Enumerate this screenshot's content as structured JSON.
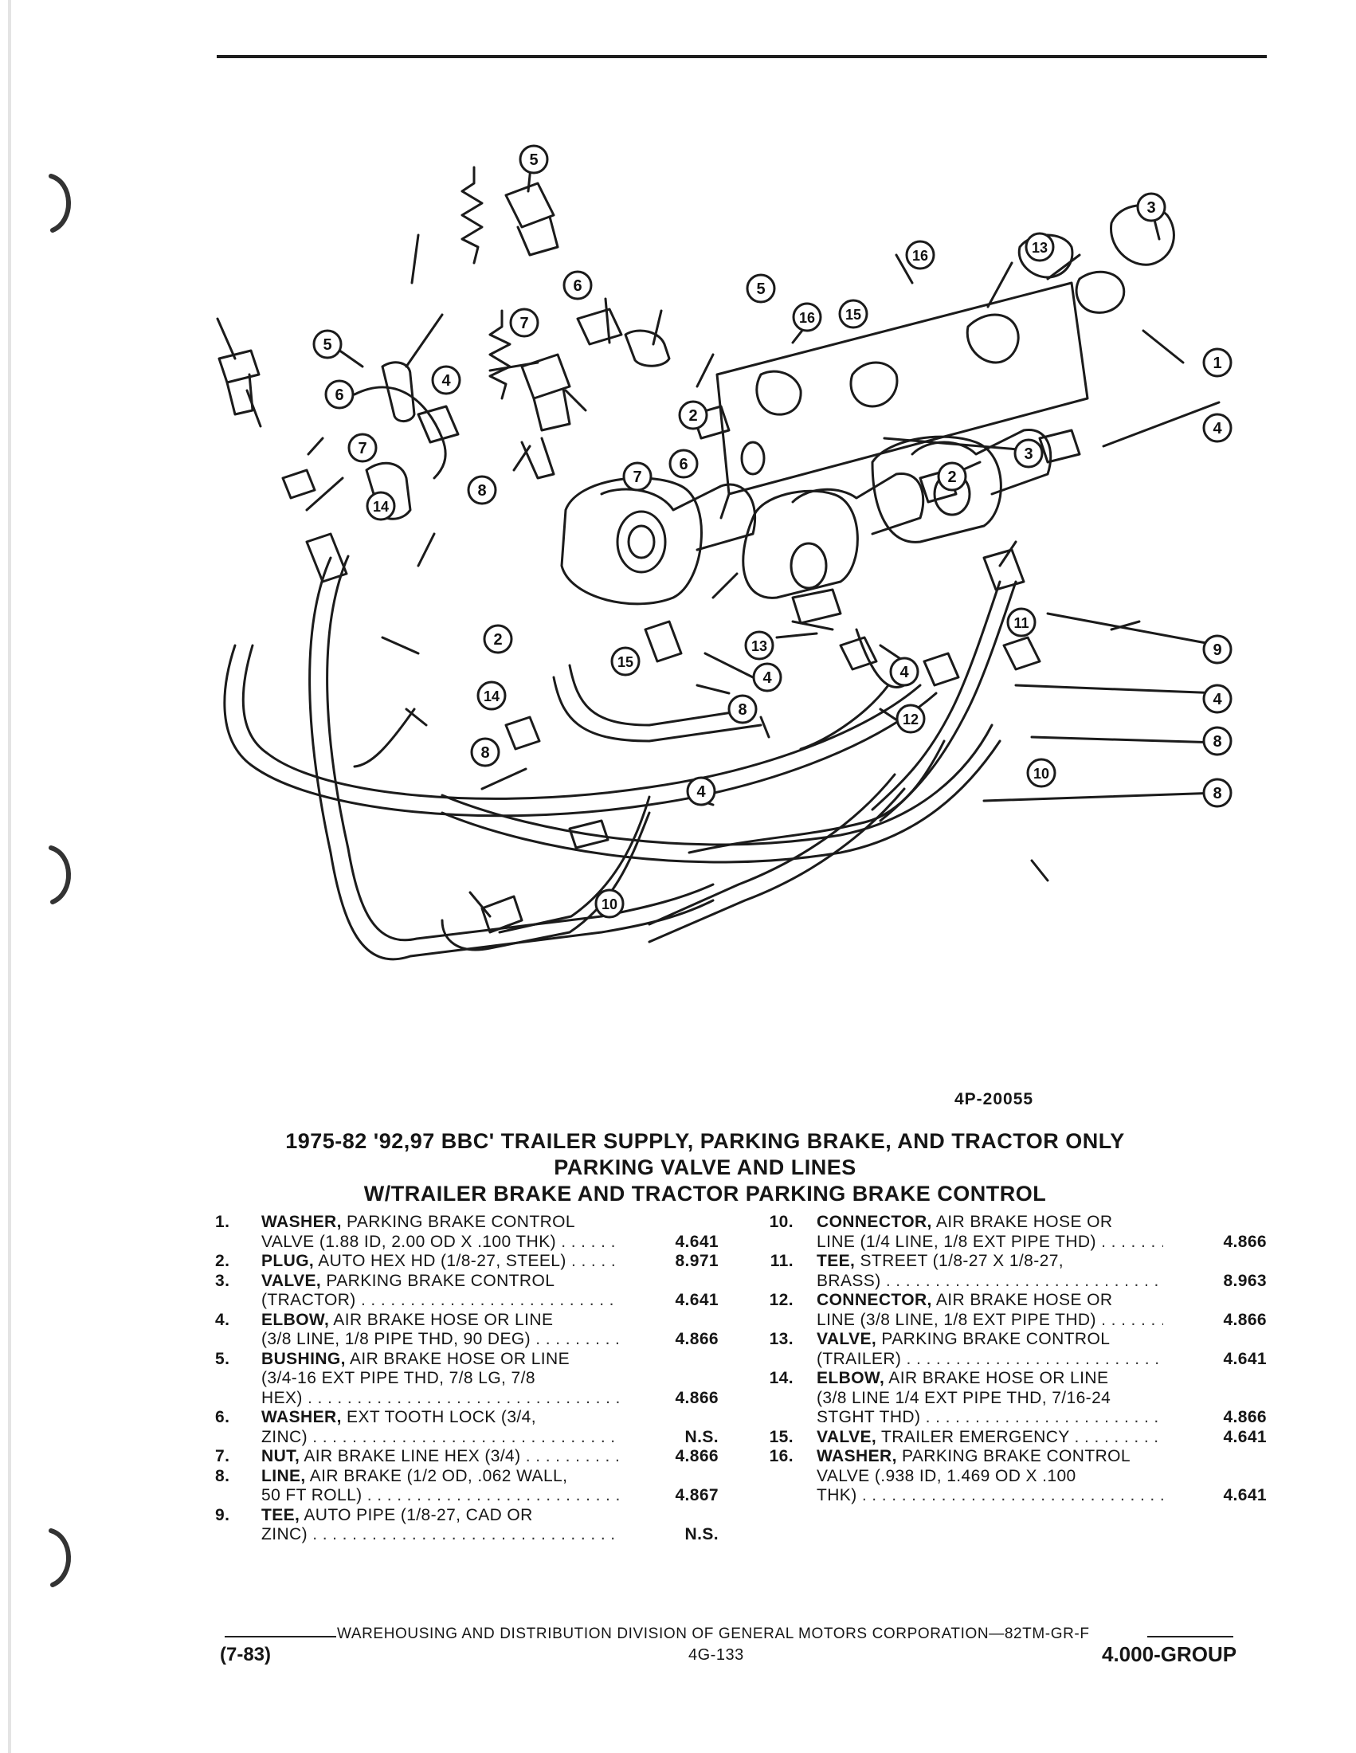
{
  "figure": {
    "callouts": [
      "1",
      "2",
      "3",
      "4",
      "5",
      "6",
      "7",
      "8",
      "9",
      "10",
      "11",
      "12",
      "13",
      "14",
      "15",
      "16"
    ],
    "id": "4P-20055"
  },
  "title": {
    "line1": "1975-82 '92,97 BBC' TRAILER SUPPLY, PARKING BRAKE, AND TRACTOR ONLY",
    "line2": "PARKING VALVE AND LINES",
    "line3": "W/TRAILER BRAKE AND TRACTOR PARKING BRAKE CONTROL"
  },
  "parts_left": [
    {
      "num": "1.",
      "name": "WASHER,",
      "lines": [
        " PARKING BRAKE CONTROL",
        "VALVE (1.88 ID, 2.00 OD X .100 THK)"
      ],
      "code": "4.641"
    },
    {
      "num": "2.",
      "name": "PLUG,",
      "lines": [
        " AUTO HEX HD (1/8-27, STEEL)"
      ],
      "code": "8.971"
    },
    {
      "num": "3.",
      "name": "VALVE,",
      "lines": [
        " PARKING BRAKE CONTROL",
        "(TRACTOR)"
      ],
      "code": "4.641"
    },
    {
      "num": "4.",
      "name": "ELBOW,",
      "lines": [
        " AIR BRAKE HOSE OR LINE",
        "(3/8 LINE, 1/8 PIPE THD, 90 DEG)"
      ],
      "code": "4.866"
    },
    {
      "num": "5.",
      "name": "BUSHING,",
      "lines": [
        " AIR BRAKE HOSE OR LINE",
        "(3/4-16 EXT PIPE THD, 7/8 LG, 7/8",
        "HEX)"
      ],
      "code": "4.866"
    },
    {
      "num": "6.",
      "name": "WASHER,",
      "lines": [
        " EXT TOOTH LOCK (3/4,",
        "ZINC)"
      ],
      "code": "N.S."
    },
    {
      "num": "7.",
      "name": "NUT,",
      "lines": [
        " AIR BRAKE LINE HEX (3/4)"
      ],
      "code": "4.866"
    },
    {
      "num": "8.",
      "name": "LINE,",
      "lines": [
        " AIR BRAKE (1/2 OD, .062 WALL,",
        "50 FT ROLL)"
      ],
      "code": "4.867"
    },
    {
      "num": "9.",
      "name": "TEE,",
      "lines": [
        " AUTO PIPE (1/8-27, CAD OR",
        "ZINC)"
      ],
      "code": "N.S."
    }
  ],
  "parts_right": [
    {
      "num": "10.",
      "name": "CONNECTOR,",
      "lines": [
        " AIR BRAKE HOSE OR",
        "LINE (1/4 LINE, 1/8 EXT PIPE THD)"
      ],
      "code": "4.866"
    },
    {
      "num": "11.",
      "name": "TEE,",
      "lines": [
        " STREET (1/8-27 X 1/8-27,",
        "BRASS)"
      ],
      "code": "8.963"
    },
    {
      "num": "12.",
      "name": "CONNECTOR,",
      "lines": [
        " AIR BRAKE HOSE OR",
        "LINE (3/8 LINE, 1/8 EXT PIPE THD)"
      ],
      "code": "4.866"
    },
    {
      "num": "13.",
      "name": "VALVE,",
      "lines": [
        " PARKING BRAKE CONTROL",
        "(TRAILER)"
      ],
      "code": "4.641"
    },
    {
      "num": "14.",
      "name": "ELBOW,",
      "lines": [
        " AIR BRAKE HOSE OR LINE",
        "(3/8 LINE 1/4 EXT PIPE THD, 7/16-24",
        "STGHT THD)"
      ],
      "code": "4.866"
    },
    {
      "num": "15.",
      "name": "VALVE,",
      "lines": [
        " TRAILER EMERGENCY"
      ],
      "code": "4.641"
    },
    {
      "num": "16.",
      "name": "WASHER,",
      "lines": [
        " PARKING BRAKE CONTROL",
        "VALVE (.938 ID, 1.469 OD X .100",
        "THK)"
      ],
      "code": "4.641"
    }
  ],
  "footer": {
    "division": "WAREHOUSING AND DISTRIBUTION DIVISION OF GENERAL MOTORS CORPORATION—82TM-GR-F",
    "date": "(7-83)",
    "page": "4G-133",
    "group": "4.000-GROUP"
  }
}
